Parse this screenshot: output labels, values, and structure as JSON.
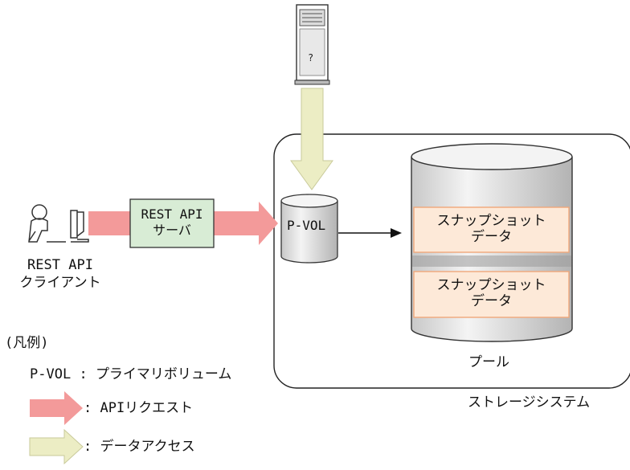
{
  "client": {
    "label_line1": "REST API",
    "label_line2": "クライアント",
    "icon": "user-at-computer-icon"
  },
  "server": {
    "label_line1": "REST API",
    "label_line2": "サーバ"
  },
  "host": {
    "icon": "server-tower-icon"
  },
  "pvol": {
    "label": "P-VOL"
  },
  "pool": {
    "label": "プール",
    "snapshots": [
      {
        "line1": "スナップショット",
        "line2": "データ"
      },
      {
        "line1": "スナップショット",
        "line2": "データ"
      }
    ]
  },
  "storage": {
    "label": "ストレージシステム"
  },
  "legend": {
    "title": "(凡例)",
    "pvol_key": "P-VOL",
    "pvol_sep": ":",
    "pvol_desc": "プライマリボリューム",
    "api_desc": ": APIリクエスト",
    "data_desc": ": データアクセス"
  },
  "colors": {
    "api_arrow": "#f39a9a",
    "data_arrow": "#ecedc4",
    "snapshot_fill": "#fde9d8",
    "snapshot_stroke": "#f0a77a",
    "cylinder_light": "#f2f2f2",
    "cylinder_dark": "#b8b8b8",
    "server_box": "#d8ecd5"
  }
}
